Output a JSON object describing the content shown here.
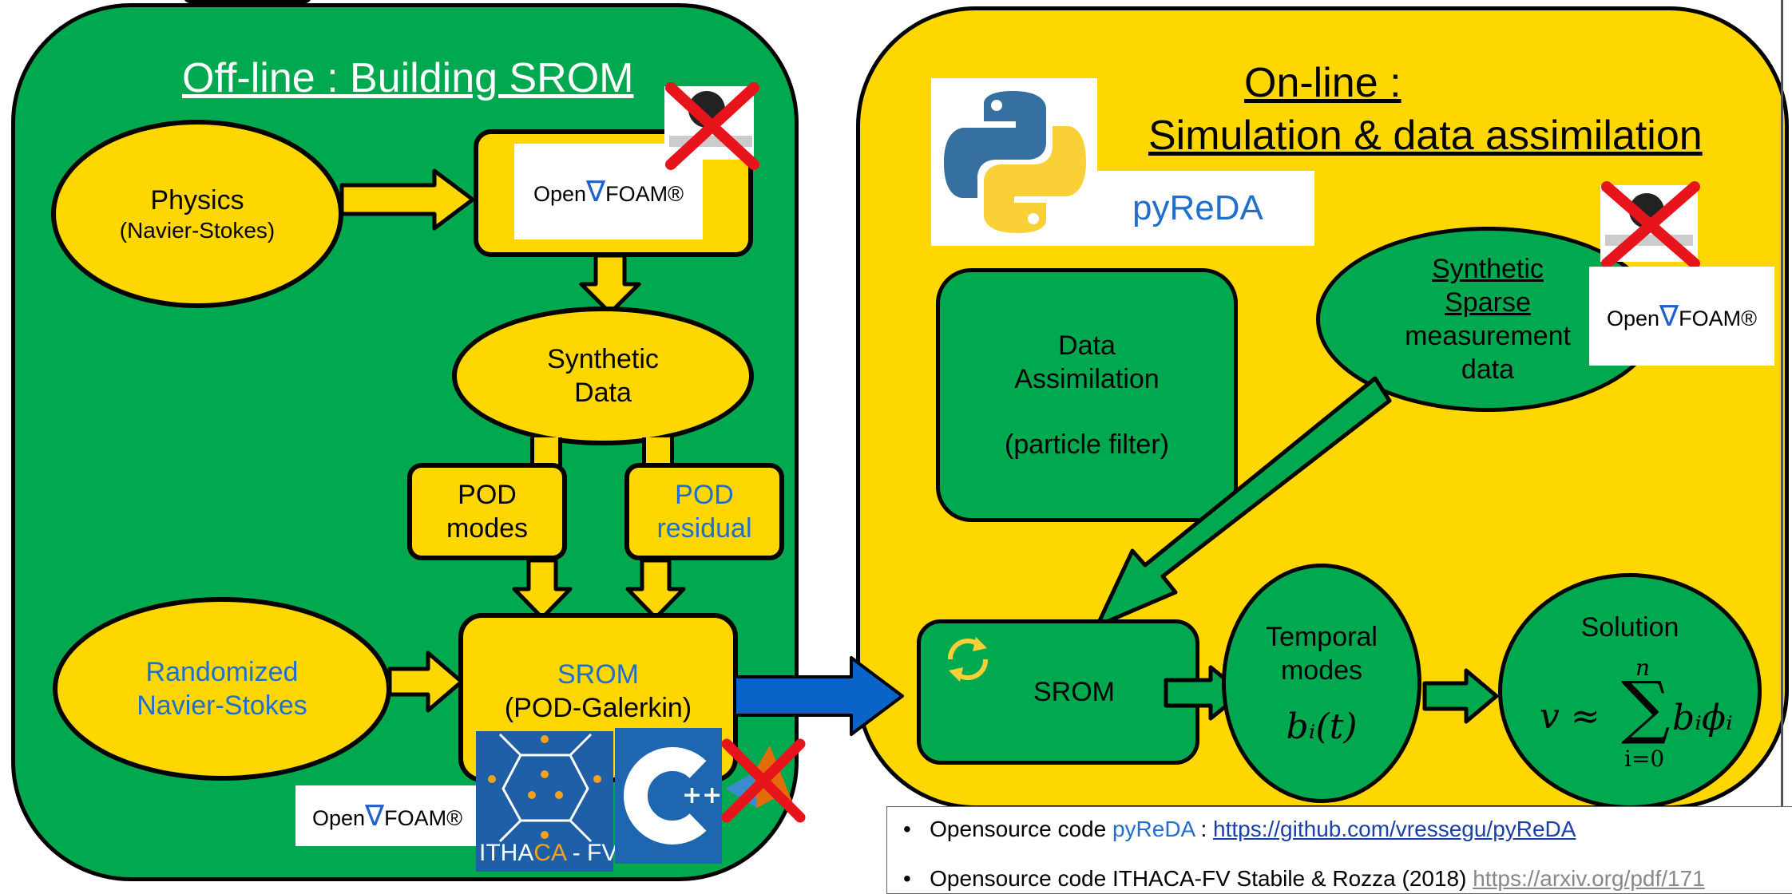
{
  "offline": {
    "title": "Off-line : Building SROM",
    "physics": {
      "line1": "Physics",
      "line2": "(Navier-Stokes)"
    },
    "openfoam_top": {
      "prefix": "Open",
      "symbol": "∇",
      "suffix": "FOAM®"
    },
    "synthetic_data": {
      "line1": "Synthetic",
      "line2": "Data"
    },
    "pod_modes": {
      "line1": "POD",
      "line2": "modes"
    },
    "pod_residual": {
      "line1": "POD",
      "line2": "residual"
    },
    "randomized": {
      "line1": "Randomized",
      "line2": "Navier-Stokes"
    },
    "srom": {
      "line1": "SROM",
      "line2": "(POD-Galerkin)"
    },
    "openfoam_bottom": {
      "prefix": "Open",
      "symbol": "∇",
      "suffix": "FOAM®"
    },
    "ithaca_logo": {
      "text_left": "ITHA",
      "text_mid": "CA",
      "text_right": " - FV"
    }
  },
  "online": {
    "title_line1": "On-line :",
    "title_line2": "Simulation & data assimilation",
    "pyreda_label": "pyReDA",
    "data_assimilation": {
      "line1": "Data",
      "line2": "Assimilation",
      "line3": "(particle filter)"
    },
    "synthetic_sparse": {
      "line1": "Synthetic",
      "line2": "Sparse",
      "line3": "measurement",
      "line4": "data"
    },
    "openfoam_right": {
      "prefix": "Open",
      "symbol": "∇",
      "suffix": "FOAM®"
    },
    "srom_label": "SROM",
    "temporal_modes": {
      "line1": "Temporal",
      "line2": "modes",
      "formula": "bᵢ(t)"
    },
    "solution": {
      "label": "Solution",
      "lhs": "v ≈",
      "sum": "∑",
      "upper": "n",
      "lower": "i=0",
      "rhs": "bᵢϕᵢ"
    }
  },
  "references": {
    "ref1_prefix": "Opensource code ",
    "ref1_name": "pyReDA",
    "ref1_sep": " : ",
    "ref1_url": "https://github.com/vressegu/pyReDA",
    "ref2_prefix": "Opensource code ITHACA-FV Stabile & Rozza (2018) ",
    "ref2_url": "https://arxiv.org/pdf/171"
  },
  "colors": {
    "green": "#00a94f",
    "yellow": "#ffd700",
    "blue_arrow": "#0a63c9",
    "cross": "#e8141c"
  },
  "icons": [
    "python-logo-icon",
    "cross-icon",
    "sync-icon",
    "cpp-logo-icon",
    "matlab-logo-icon",
    "ithaca-fv-logo-icon"
  ]
}
